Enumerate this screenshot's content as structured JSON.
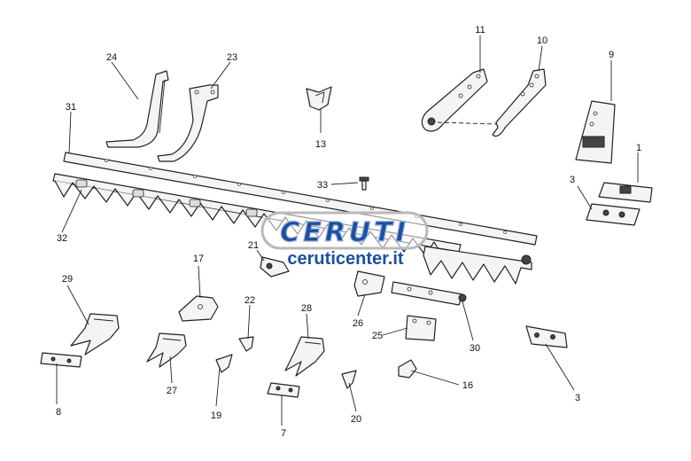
{
  "callouts": [
    "1",
    "3",
    "7",
    "8",
    "9",
    "10",
    "11",
    "13",
    "16",
    "17",
    "19",
    "20",
    "21",
    "22",
    "23",
    "24",
    "25",
    "26",
    "27",
    "28",
    "29",
    "30",
    "31",
    "32",
    "33"
  ],
  "watermark": {
    "brand": "CERUTI",
    "url": "ceruticenter.it",
    "color": "#1b4fa0"
  }
}
